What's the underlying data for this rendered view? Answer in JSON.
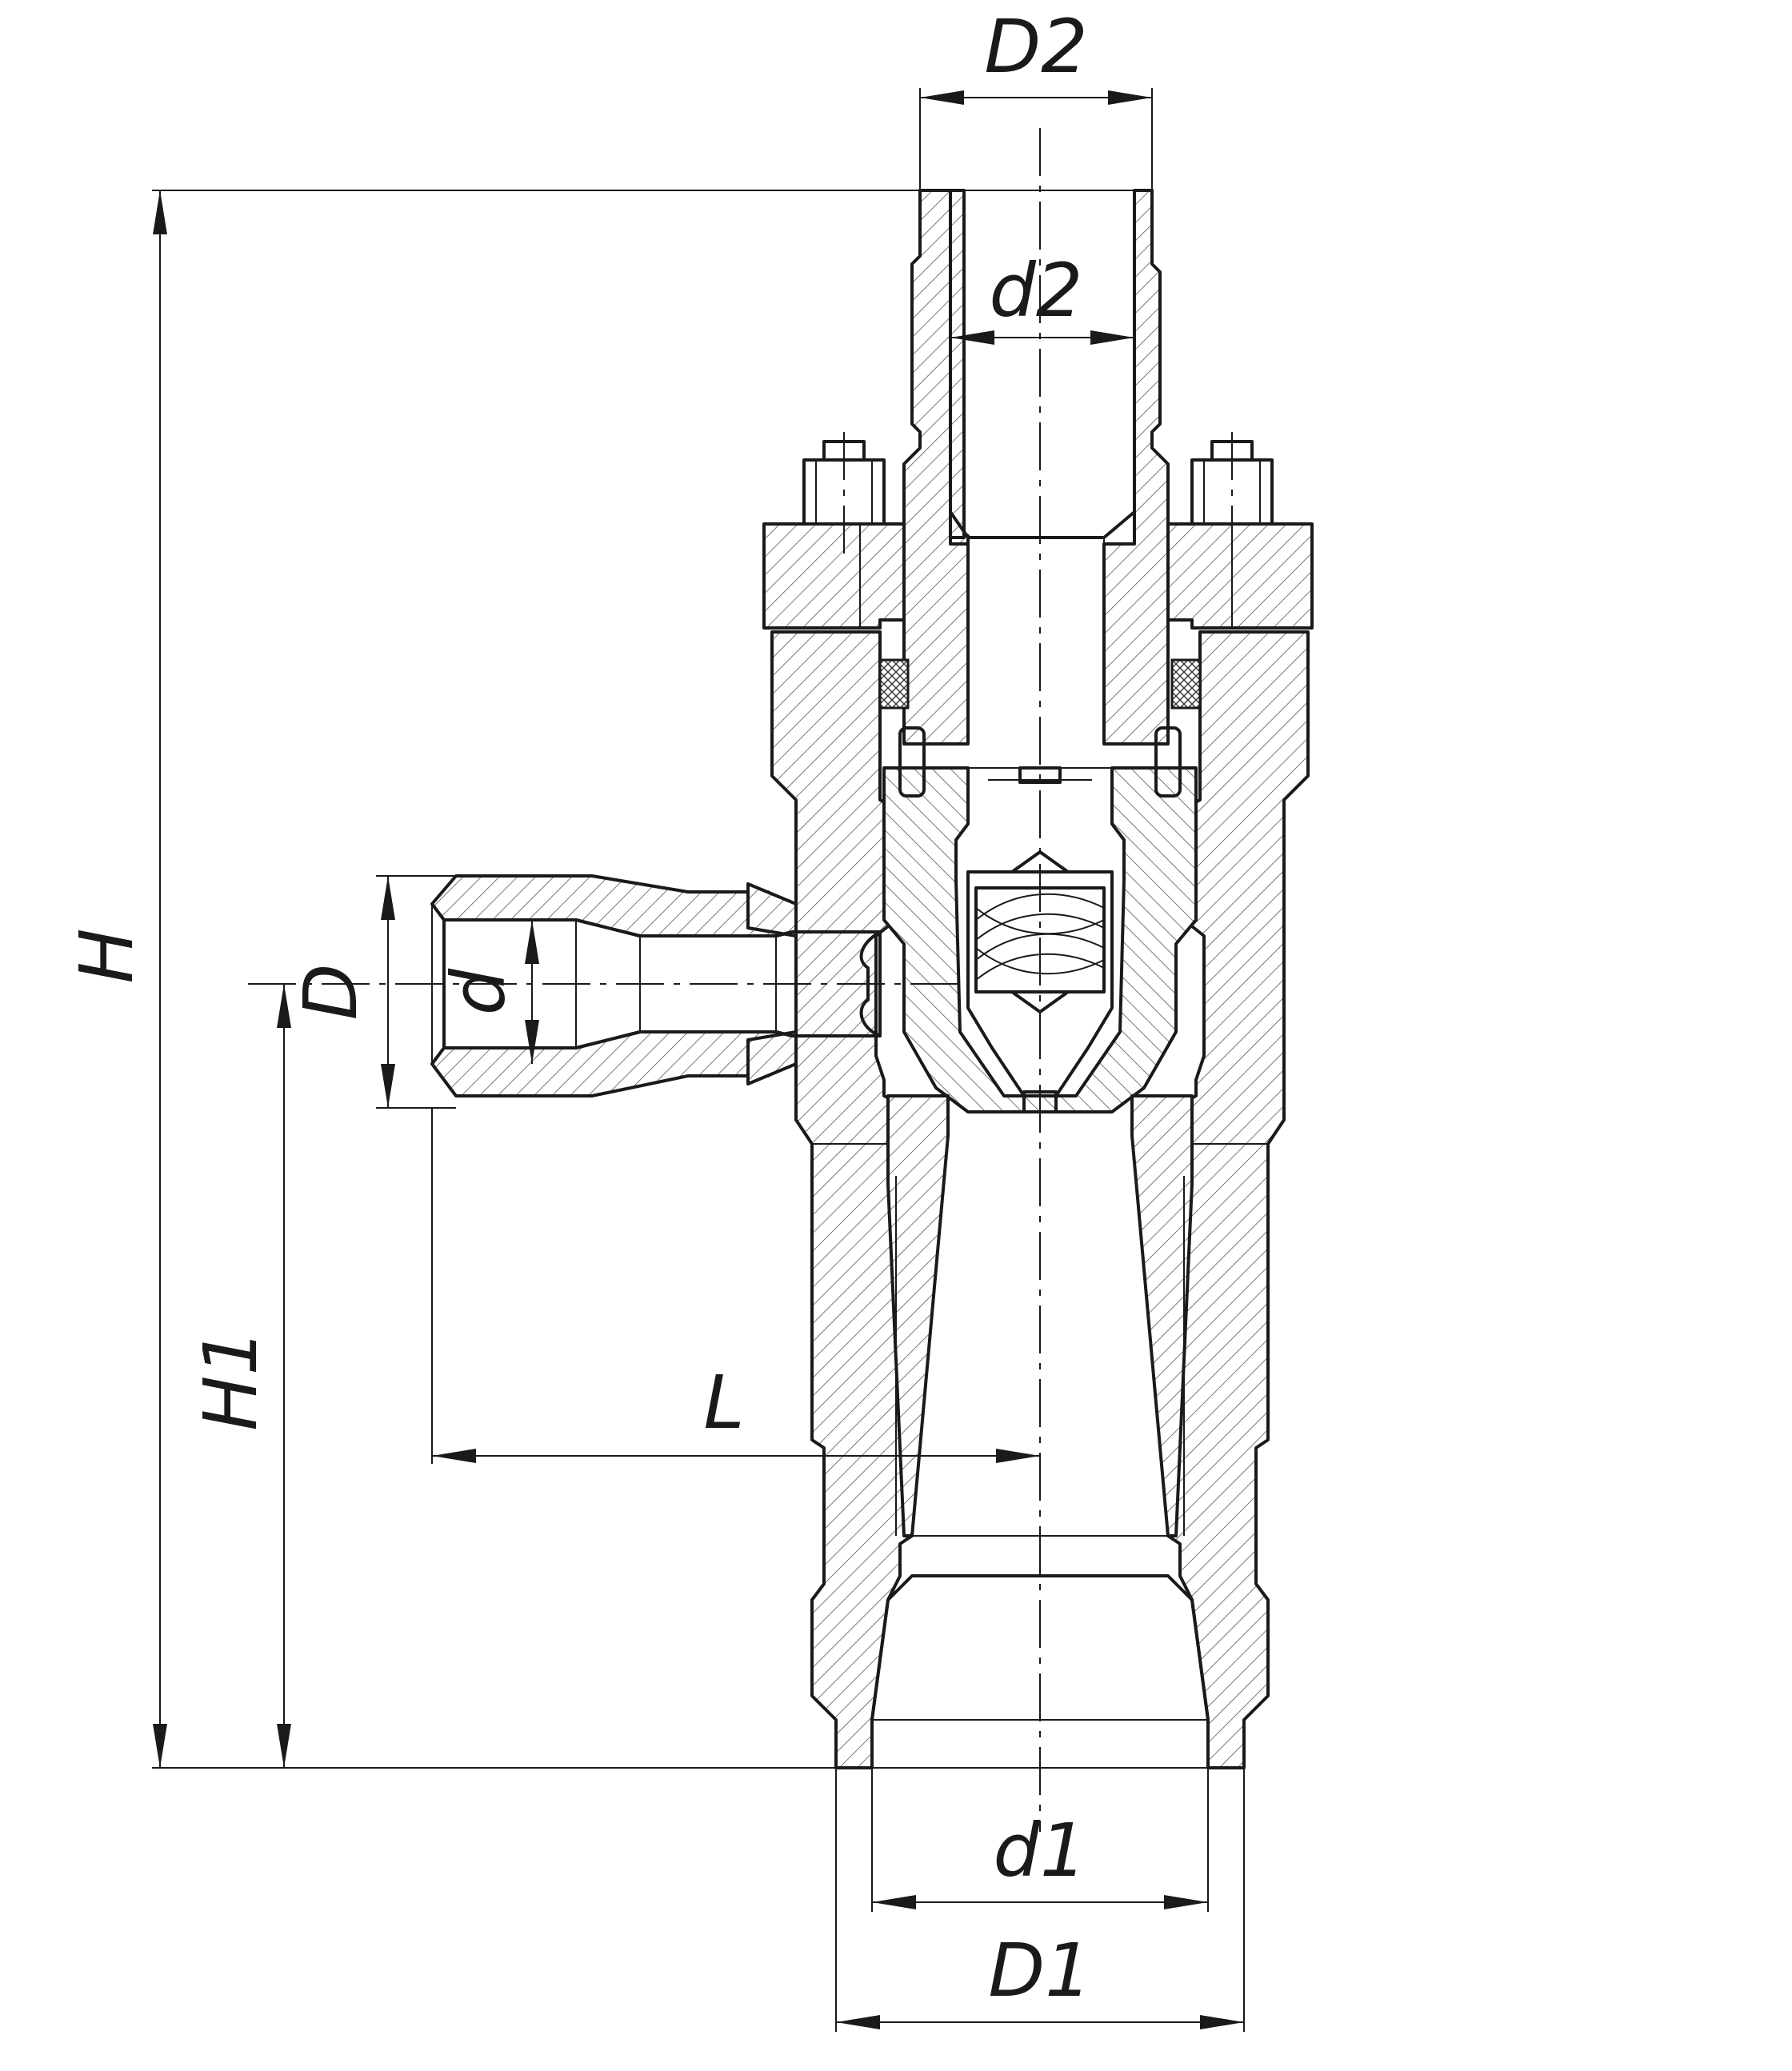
{
  "labels": {
    "D2": "D2",
    "d2": "d2",
    "H": "H",
    "D": "D",
    "d": "d",
    "H1": "H1",
    "L": "L",
    "d1": "d1",
    "D1": "D1"
  }
}
